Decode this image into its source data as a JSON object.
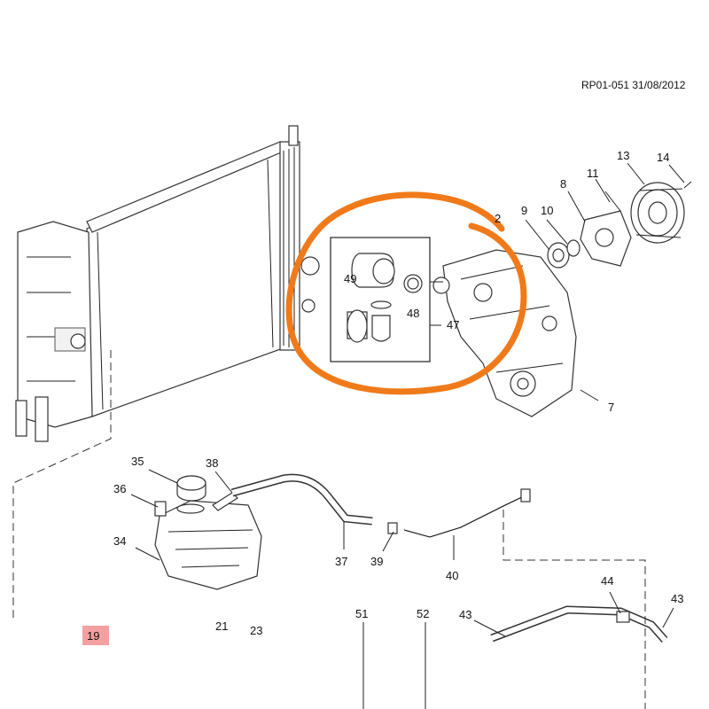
{
  "reference": "RP01-051 31/08/2012",
  "callouts": {
    "c2": "2",
    "c7": "7",
    "c8": "8",
    "c9": "9",
    "c10": "10",
    "c11": "11",
    "c13": "13",
    "c14": "14",
    "c19": "19",
    "c21": "21",
    "c23": "23",
    "c34": "34",
    "c35": "35",
    "c36": "36",
    "c37": "37",
    "c38": "38",
    "c39": "39",
    "c40": "40",
    "c43a": "43",
    "c43b": "43",
    "c44": "44",
    "c47": "47",
    "c48": "48",
    "c49": "49",
    "c51": "51",
    "c52": "52"
  },
  "highlight_color": "#f07a1a",
  "badge_color": "#f3a0a0"
}
